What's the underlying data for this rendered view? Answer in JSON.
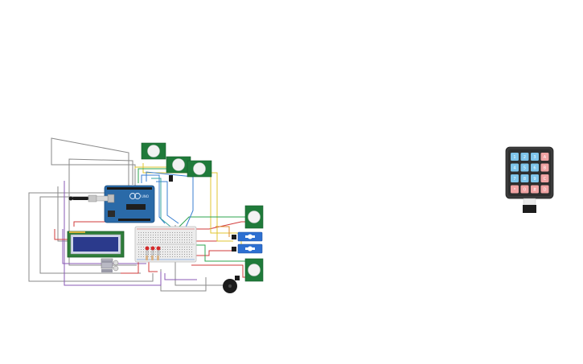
{
  "canvas": {
    "background": "#ffffff"
  },
  "colors": {
    "wire_gray": "#8a8a8a",
    "wire_red": "#d23b3b",
    "wire_yellow": "#e2c531",
    "wire_green": "#2ea44f",
    "wire_purple": "#8a5ab5",
    "wire_blue": "#3a7fd1",
    "wire_orange": "#e08a2c",
    "arduino_blue": "#2a6aa8",
    "pcb_green": "#1f7a3a",
    "lcd_screen": "#2b3a8c",
    "keypad_body": "#3b3b3b",
    "key_blue": "#7ec4ea",
    "key_red": "#f0a3a3",
    "servo_blue": "#2d6fd1",
    "breadboard": "#ececec"
  },
  "components": {
    "arduino": {
      "name": "Arduino Uno",
      "logo_text": "UNO"
    },
    "lcd": {
      "name": "LCD 16x2"
    },
    "breadboard": {
      "name": "Breadboard"
    },
    "pir_sensors": {
      "count": 5,
      "name": "PIR Sensor"
    },
    "servos": {
      "count": 2,
      "name": "Micro Servo"
    },
    "buzzer": {
      "name": "Piezo"
    },
    "potentiometer": {
      "name": "Potentiometer"
    },
    "leds": {
      "count": 3,
      "color": "#d42a2a"
    },
    "power_cable": {
      "name": "USB Cable"
    }
  },
  "keypad": {
    "name": "Keypad 4x4",
    "keys": [
      [
        "1",
        "2",
        "3",
        "A"
      ],
      [
        "4",
        "5",
        "6",
        "B"
      ],
      [
        "7",
        "8",
        "9",
        "C"
      ],
      [
        "*",
        "0",
        "#",
        "D"
      ]
    ]
  }
}
